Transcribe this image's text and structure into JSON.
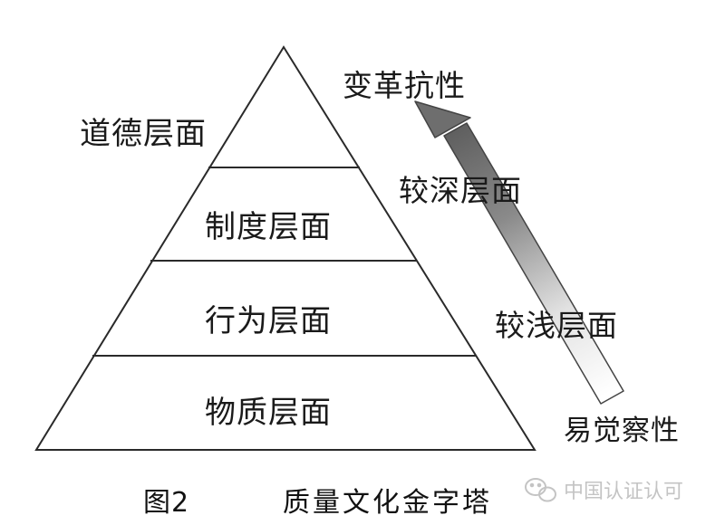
{
  "pyramid": {
    "layers": [
      {
        "label": "道德层面"
      },
      {
        "label": "制度层面"
      },
      {
        "label": "行为层面"
      },
      {
        "label": "物质层面"
      }
    ]
  },
  "scale": {
    "top_label": "变革抗性",
    "deeper_label": "较深层面",
    "shallower_label": "较浅层面",
    "bottom_label": "易觉察性"
  },
  "caption": {
    "figure_no": "图2",
    "title": "质量文化金字塔"
  },
  "watermark": {
    "text": "中国认证认可"
  },
  "colors": {
    "line": "#2a2a2a",
    "arrow_dark": "#6e6e6e",
    "arrow_light": "#ffffff",
    "watermark": "#c4c4c4"
  },
  "icons": [
    "wechat-icon"
  ]
}
